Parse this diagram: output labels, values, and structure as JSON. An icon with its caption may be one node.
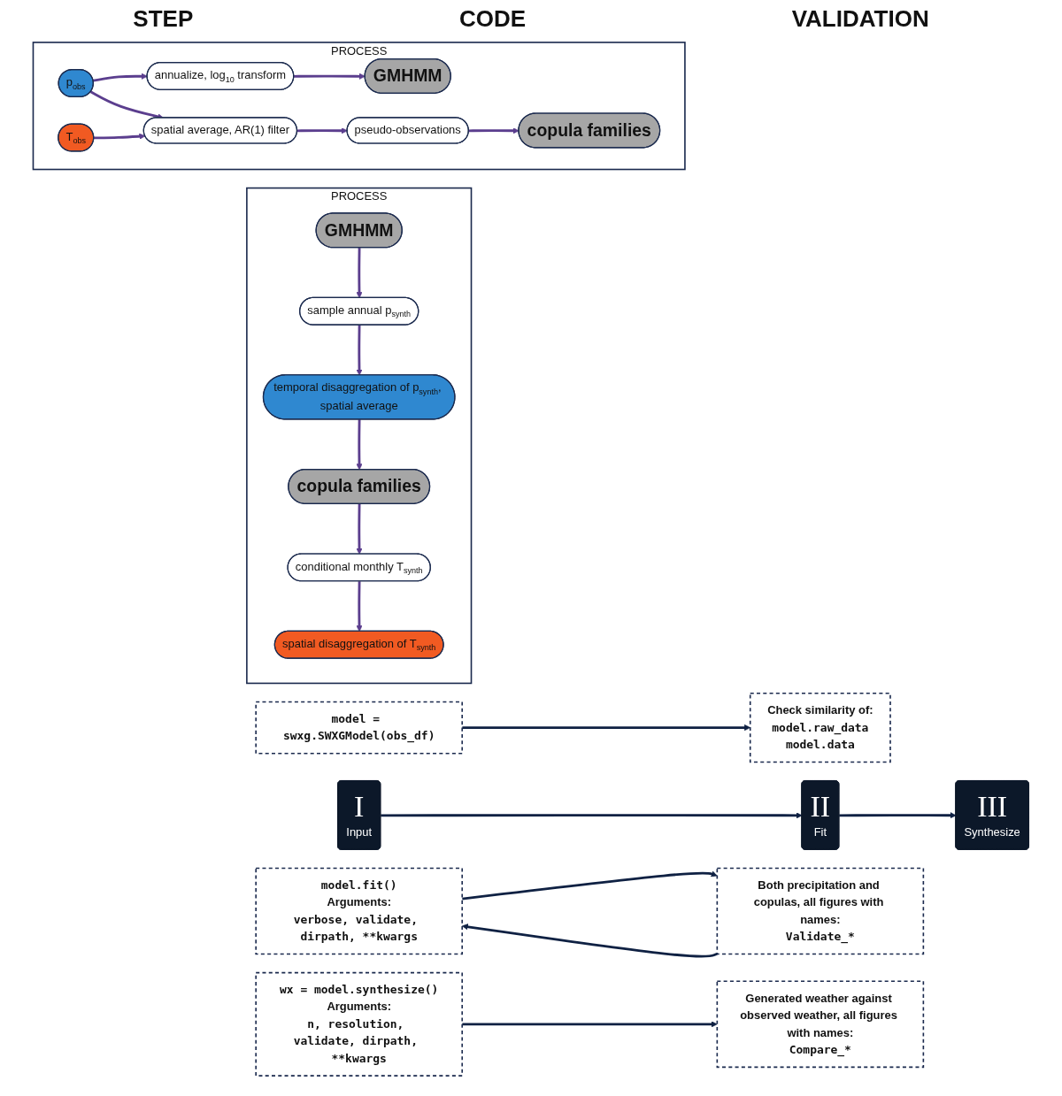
{
  "diagram": {
    "nodes": [
      {
        "text": [
          "I",
          "Input"
        ]
      },
      {
        "text": [
          "model = swxg.SWXGModel(obs_df)"
        ]
      },
      {
        "text": [
          "Check similarity of:",
          "model.raw_data",
          "model.data"
        ]
      },
      {
        "text": [
          "II",
          "Fit"
        ]
      },
      {
        "text": [
          "PROCESS"
        ]
      },
      {
        "text": [
          "p$_{obs}$"
        ],
        "in": 4
      },
      {
        "text": [
          "annualize, log$_{10}$ transform"
        ],
        "in": 4
      },
      {
        "text": [
          "GMHMM"
        ],
        "in": 4
      },
      {
        "text": [
          "T$_{obs}$"
        ],
        "in": 4
      },
      {
        "text": [
          "spatial average, AR(1) filter"
        ],
        "in": 4
      },
      {
        "text": [
          "pseudo-observations"
        ],
        "in": 4
      },
      {
        "text": [
          "copula families"
        ],
        "in": 4
      },
      {
        "text": [
          "model.fit()",
          "Arguments:",
          "verbose, validate, dirpath, **kwargs"
        ]
      },
      {
        "text": [
          "Both precipitation and copulas, all figures with names:",
          "Validate_*"
        ]
      },
      {
        "text": [
          "III",
          "Synthesize"
        ]
      },
      {
        "text": [
          "PROCESS"
        ]
      },
      {
        "text": [
          "GMHMM"
        ],
        "in": 15
      },
      {
        "text": [
          "sample annual p$_{synth}$"
        ],
        "in": 15
      },
      {
        "text": [
          "temporal disaggregation of p$_{synth}$, spatial average"
        ],
        "in": 15
      },
      {
        "text": [
          "spatial disaggregation of T$_{synth}$"
        ],
        "in": 15
      },
      {
        "text": [
          "conditional monthly T$_{synth}$"
        ],
        "in": 15
      },
      {
        "text": [
          "copula families"
        ],
        "in": 15
      },
      {
        "text": [
          "wx = model.synthesize()",
          "Arguments:",
          "n, resolution, validate, dirpath, **kwargs"
        ]
      },
      {
        "text": [
          "Generated weather against observed weather, all figures with names:",
          "Compare_*"
        ]
      }
    ],
    "edges": [
      {
        "from": 0,
        "to": 3,
        "arrow": "to",
        "color": "#0f2143"
      },
      {
        "from": 3,
        "to": 14,
        "arrow": "to",
        "color": "#0f2143"
      },
      {
        "from": 1,
        "to": 2,
        "arrow": "to",
        "color": "#0f2143"
      },
      {
        "from": 5,
        "to": 6,
        "arrow": "to"
      },
      {
        "from": 6,
        "to": 7,
        "arrow": "to"
      },
      {
        "from": 5,
        "to": 9,
        "arrow": "to"
      },
      {
        "from": 8,
        "to": 9,
        "arrow": "to"
      },
      {
        "from": 9,
        "to": 10,
        "arrow": "to"
      },
      {
        "from": 10,
        "to": 11,
        "arrow": "to"
      },
      {
        "from": 12,
        "to": 13,
        "arrow": "to",
        "color": "#0f2143"
      },
      {
        "from": 13,
        "to": 12,
        "arrow": "to",
        "color": "#0f2143"
      },
      {
        "from": 16,
        "to": 17,
        "arrow": "to"
      },
      {
        "from": 17,
        "to": 18,
        "arrow": "to"
      },
      {
        "from": 18,
        "to": 21,
        "arrow": "to"
      },
      {
        "from": 21,
        "to": 20,
        "arrow": "to"
      },
      {
        "from": 20,
        "to": 19,
        "arrow": "to"
      },
      {
        "from": 22,
        "to": 23,
        "arrow": "to",
        "color": "#0f2143"
      }
    ],
    "labels": [
      "STEP",
      "CODE",
      "VALIDATION"
    ]
  }
}
